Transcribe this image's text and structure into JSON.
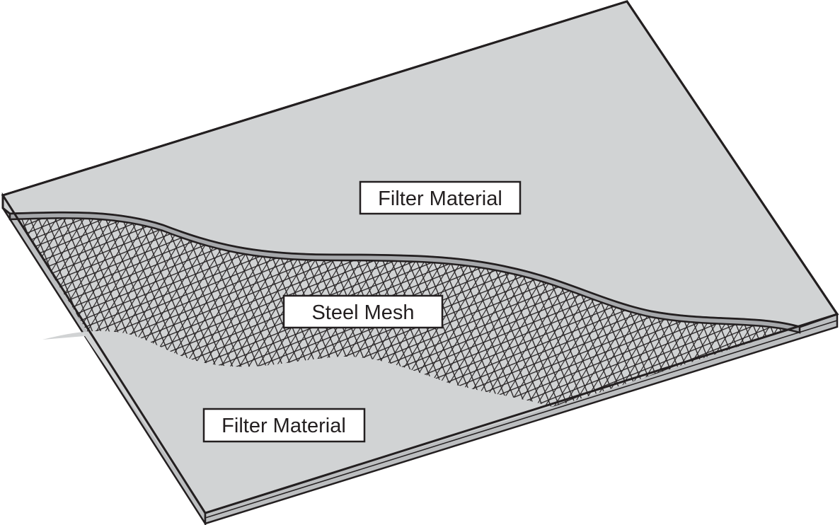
{
  "labels": {
    "top_layer": "Filter Material",
    "middle_layer": "Steel Mesh",
    "bottom_layer": "Filter Material"
  },
  "colors": {
    "filter_material": "#d1d3d4",
    "mesh_background": "#d1d3d4",
    "mesh_lines": "#231f20",
    "outline": "#231f20",
    "label_background": "#ffffff"
  }
}
